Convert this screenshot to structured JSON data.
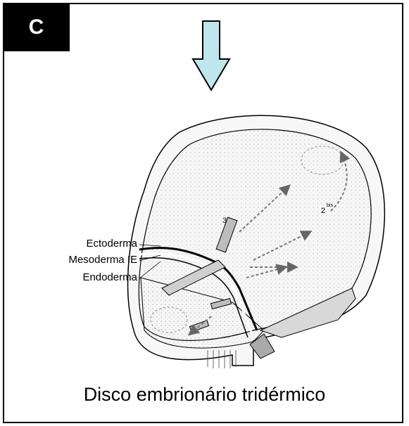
{
  "panel": {
    "label": "C"
  },
  "labels": {
    "ectoderma": "Ectoderma",
    "mesoderma": "Mesoderma IE",
    "endoderma": "Endoderma"
  },
  "markers": {
    "n3": "3",
    "n2bis": "2",
    "bis": "bis"
  },
  "caption": "Disco embrionário tridérmico",
  "colors": {
    "arrow_fill": "#bfe6ec",
    "border": "#000000"
  }
}
